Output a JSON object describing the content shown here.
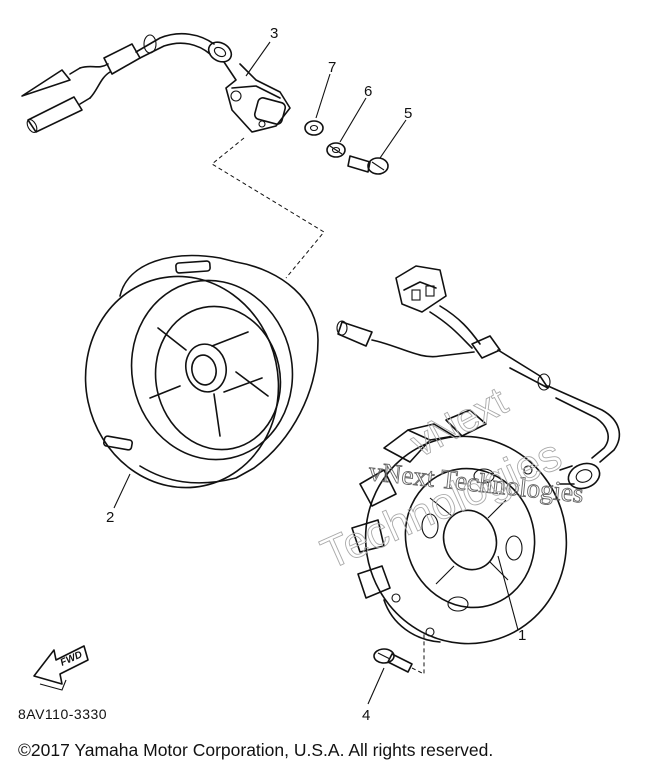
{
  "callouts": [
    "1",
    "2",
    "3",
    "4",
    "5",
    "6",
    "7"
  ],
  "fwd_label": "FWD",
  "part_code": "8AV110-3330",
  "copyright": "©2017 Yamaha Motor Corporation, U.S.A. All rights reserved.",
  "watermark": {
    "line1": "vNext Technologies",
    "line2": "vNext",
    "line3": "Technologies"
  }
}
